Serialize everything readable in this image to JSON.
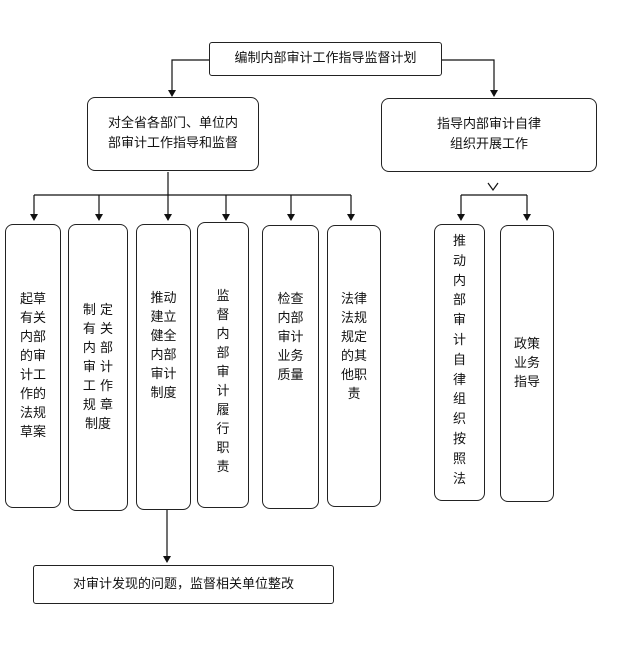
{
  "nodes": {
    "root": "编制内部审计工作指导监督计划",
    "left_branch": "对全省各部门、单位内\n部审计工作指导和监督",
    "right_branch": "指导内部审计自律\n组织开展工作",
    "l1": "起草\n有关\n内部\n的审\n计工\n作的\n法规\n草案",
    "l2": "制 定\n有 关\n内 部\n审 计\n工 作\n规 章\n制度",
    "l3": "推动\n建立\n健全\n内部\n审计\n制度",
    "l4": "监\n督\n内\n部\n审\n计\n履\n行\n职\n责",
    "l5": "检查\n内部\n审计\n业务\n质量",
    "l6": "法律\n法规\n规定\n的其\n他职\n责",
    "r1": "推\n动\n内\n部\n审\n计\n自\n律\n组\n织\n按\n照\n法",
    "r2": "政策\n业务\n指导",
    "bottom": "对审计发现的问题，监督相关单位整改"
  }
}
